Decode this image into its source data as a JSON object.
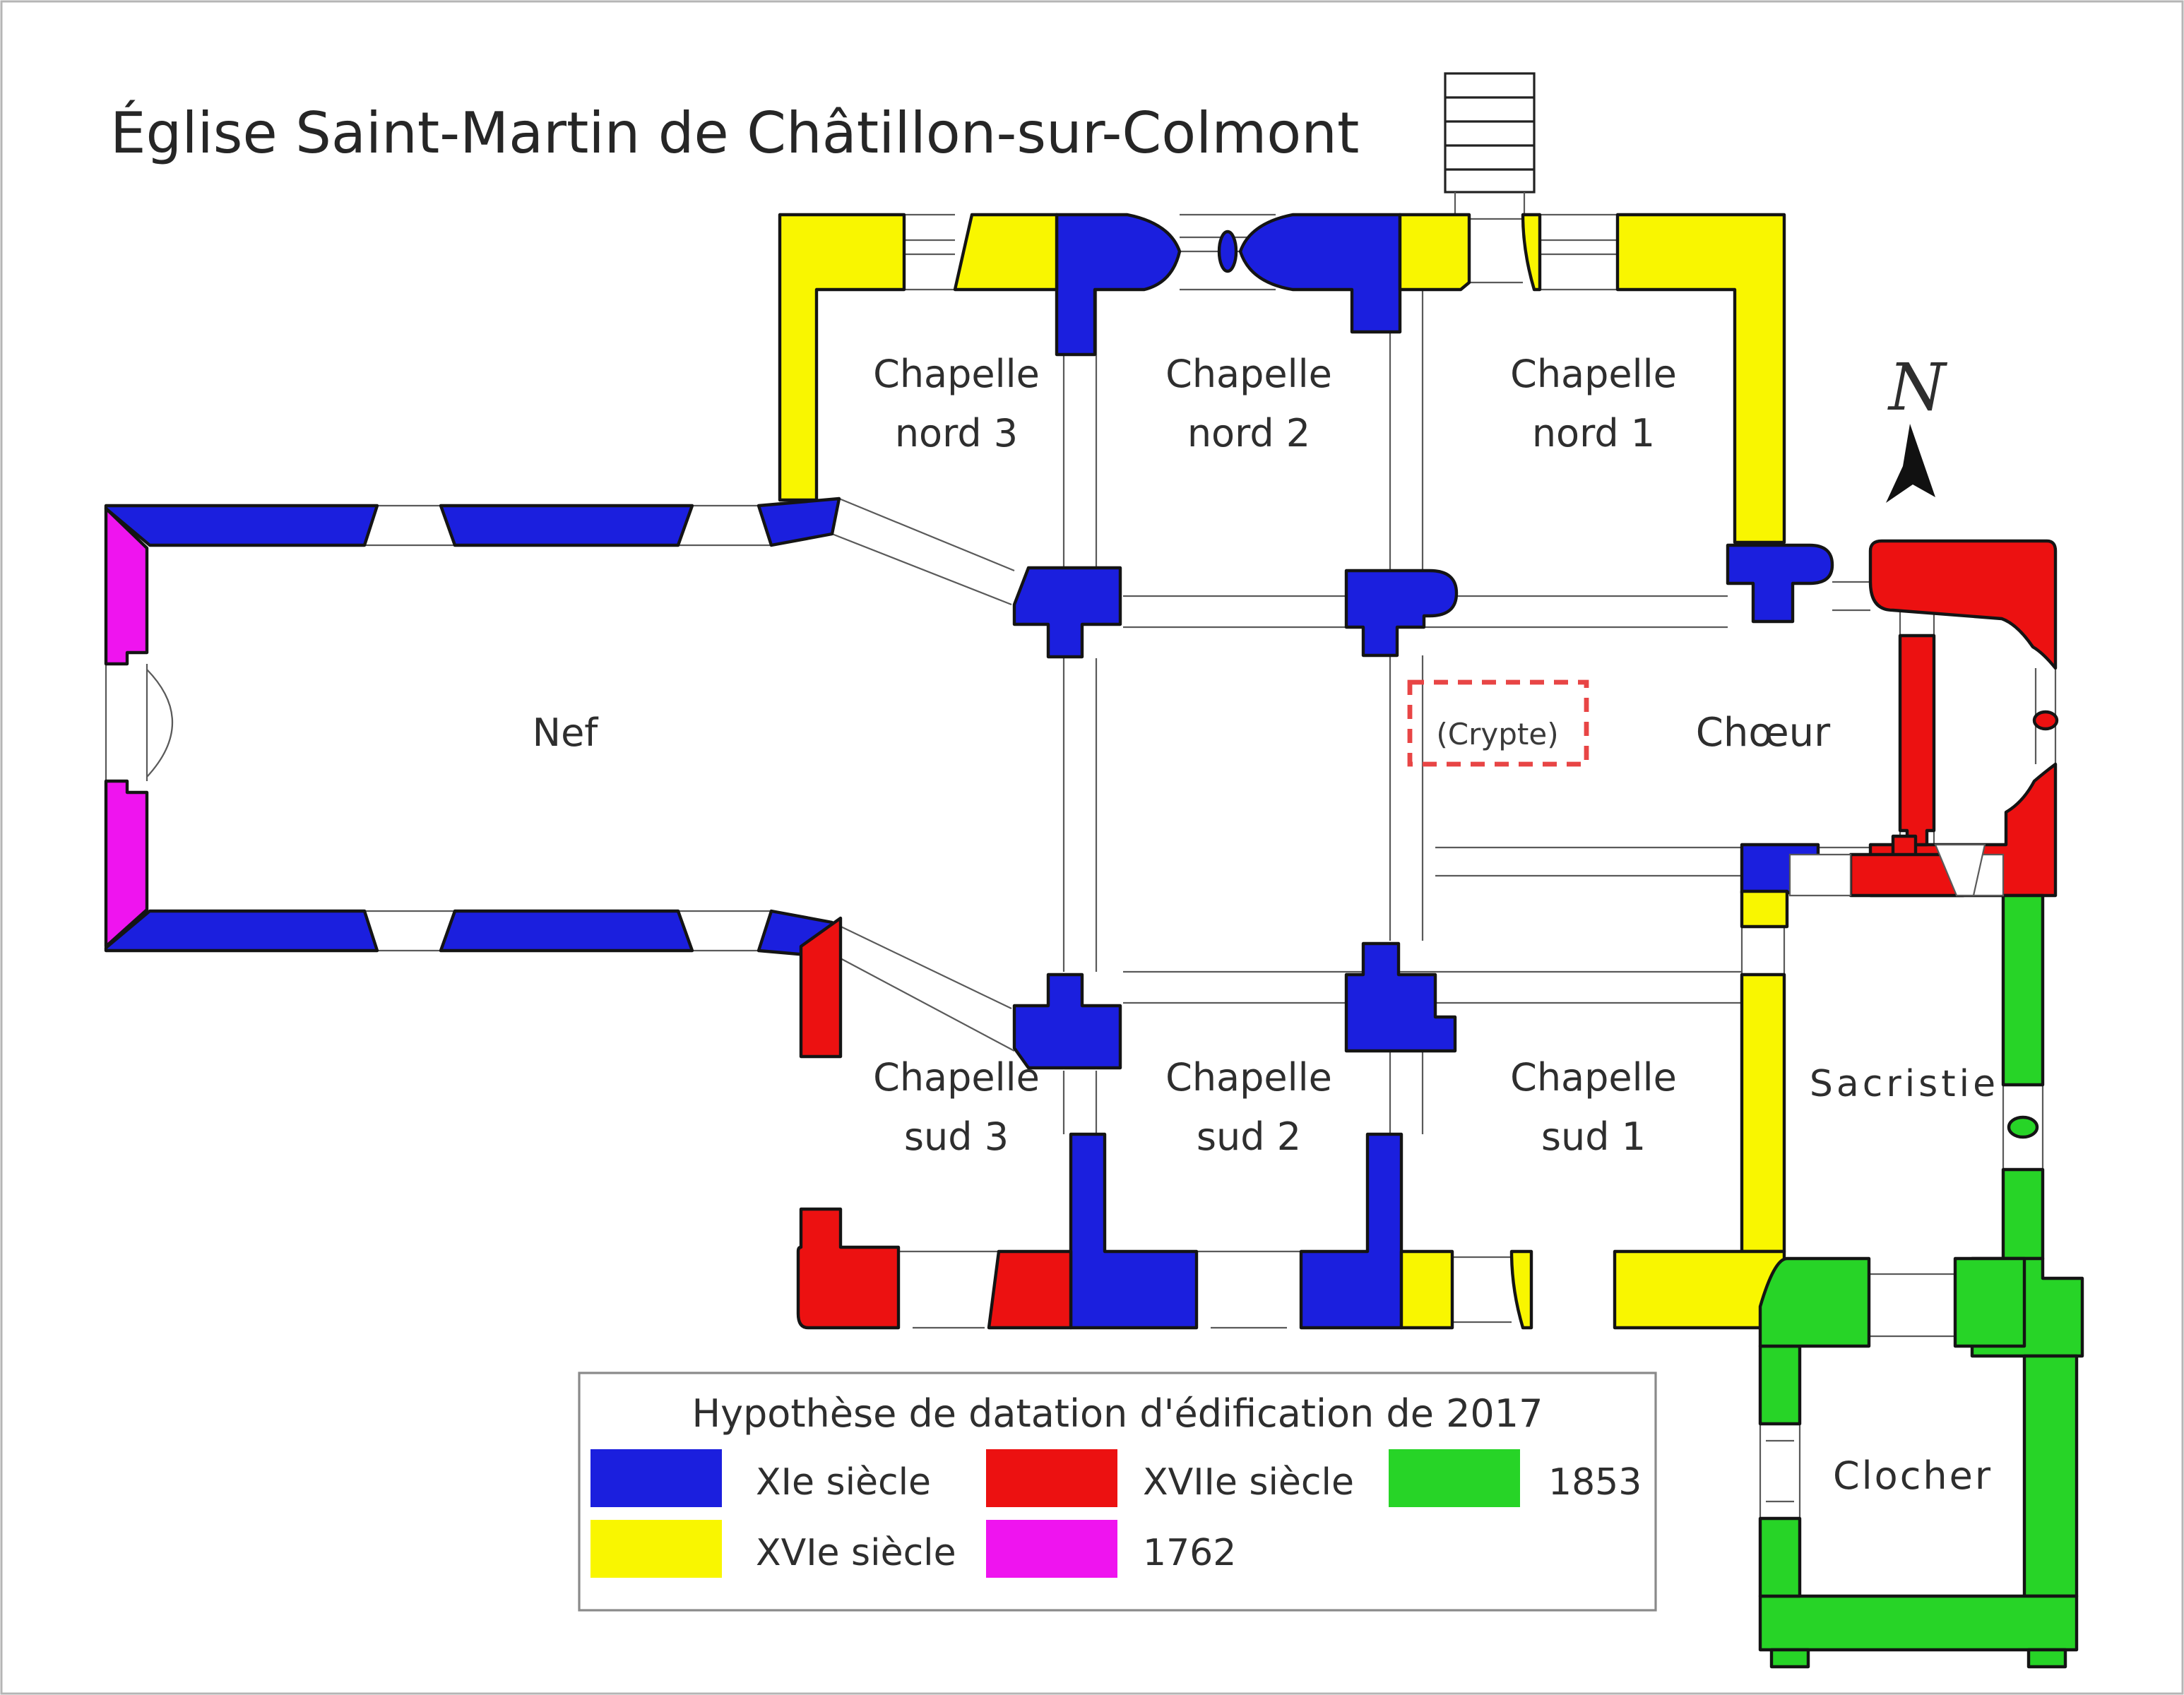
{
  "title": "Église Saint-Martin de Châtillon-sur-Colmont",
  "north": {
    "label": "N"
  },
  "rooms": {
    "nef": {
      "label": "Nef"
    },
    "chapelle_nord_3": {
      "line1": "Chapelle",
      "line2": "nord 3"
    },
    "chapelle_nord_2": {
      "line1": "Chapelle",
      "line2": "nord 2"
    },
    "chapelle_nord_1": {
      "line1": "Chapelle",
      "line2": "nord 1"
    },
    "chapelle_sud_3": {
      "line1": "Chapelle",
      "line2": "sud 3"
    },
    "chapelle_sud_2": {
      "line1": "Chapelle",
      "line2": "sud 2"
    },
    "chapelle_sud_1": {
      "line1": "Chapelle",
      "line2": "sud 1"
    },
    "crypte": {
      "label": "(Crypte)"
    },
    "choeur": {
      "label": "Chœur"
    },
    "sacristie": {
      "label": "Sacristie"
    },
    "clocher": {
      "label": "Clocher"
    }
  },
  "legend": {
    "title": "Hypothèse de datation d'édification de 2017",
    "items": [
      {
        "key": "xie",
        "label": "XIe siècle"
      },
      {
        "key": "xviie",
        "label": "XVIIe siècle"
      },
      {
        "key": "y1853",
        "label": "1853"
      },
      {
        "key": "xvie",
        "label": "XVIe siècle"
      },
      {
        "key": "y1762",
        "label": "1762"
      }
    ]
  },
  "colors": {
    "xie": "#1b1fde",
    "xvie": "#f9f600",
    "xviie": "#ec1111",
    "y1762": "#ef14ef",
    "y1853": "#27d427",
    "dash": "#e84545"
  }
}
